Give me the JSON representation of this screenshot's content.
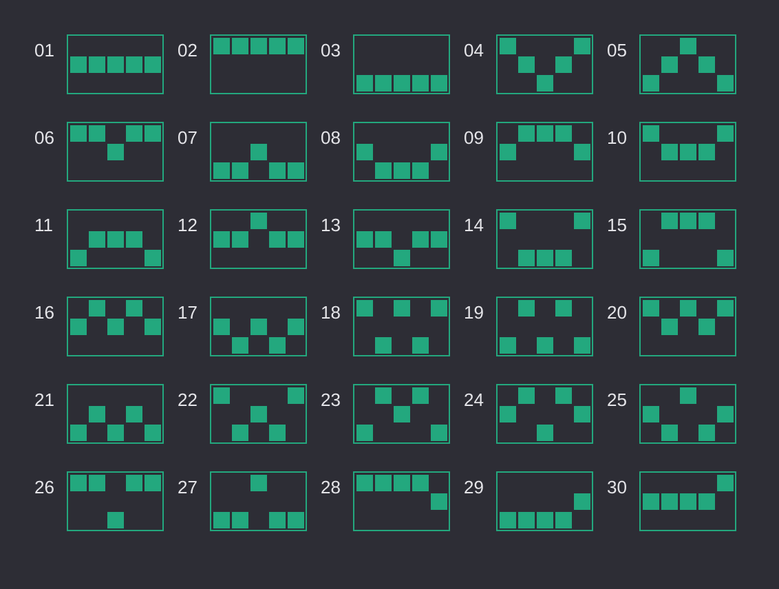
{
  "colors": {
    "background": "#2d2d35",
    "accent": "#23a87e",
    "label": "#e4e4e8"
  },
  "patterns": [
    {
      "label": "01",
      "squares": [
        [
          0,
          1
        ],
        [
          1,
          1
        ],
        [
          2,
          1
        ],
        [
          3,
          1
        ],
        [
          4,
          1
        ]
      ]
    },
    {
      "label": "02",
      "squares": [
        [
          0,
          0
        ],
        [
          1,
          0
        ],
        [
          2,
          0
        ],
        [
          3,
          0
        ],
        [
          4,
          0
        ]
      ]
    },
    {
      "label": "03",
      "squares": [
        [
          0,
          2
        ],
        [
          1,
          2
        ],
        [
          2,
          2
        ],
        [
          3,
          2
        ],
        [
          4,
          2
        ]
      ]
    },
    {
      "label": "04",
      "squares": [
        [
          0,
          0
        ],
        [
          1,
          1
        ],
        [
          2,
          2
        ],
        [
          3,
          1
        ],
        [
          4,
          0
        ]
      ]
    },
    {
      "label": "05",
      "squares": [
        [
          0,
          2
        ],
        [
          1,
          1
        ],
        [
          2,
          0
        ],
        [
          3,
          1
        ],
        [
          4,
          2
        ]
      ]
    },
    {
      "label": "06",
      "squares": [
        [
          0,
          0
        ],
        [
          1,
          0
        ],
        [
          2,
          1
        ],
        [
          3,
          0
        ],
        [
          4,
          0
        ]
      ]
    },
    {
      "label": "07",
      "squares": [
        [
          0,
          2
        ],
        [
          1,
          2
        ],
        [
          2,
          1
        ],
        [
          3,
          2
        ],
        [
          4,
          2
        ]
      ]
    },
    {
      "label": "08",
      "squares": [
        [
          0,
          1
        ],
        [
          1,
          2
        ],
        [
          2,
          2
        ],
        [
          3,
          2
        ],
        [
          4,
          1
        ]
      ]
    },
    {
      "label": "09",
      "squares": [
        [
          0,
          1
        ],
        [
          1,
          0
        ],
        [
          2,
          0
        ],
        [
          3,
          0
        ],
        [
          4,
          1
        ]
      ]
    },
    {
      "label": "10",
      "squares": [
        [
          0,
          0
        ],
        [
          1,
          1
        ],
        [
          2,
          1
        ],
        [
          3,
          1
        ],
        [
          4,
          0
        ]
      ]
    },
    {
      "label": "11",
      "squares": [
        [
          0,
          2
        ],
        [
          1,
          1
        ],
        [
          2,
          1
        ],
        [
          3,
          1
        ],
        [
          4,
          2
        ]
      ]
    },
    {
      "label": "12",
      "squares": [
        [
          0,
          1
        ],
        [
          1,
          1
        ],
        [
          2,
          0
        ],
        [
          3,
          1
        ],
        [
          4,
          1
        ]
      ]
    },
    {
      "label": "13",
      "squares": [
        [
          0,
          1
        ],
        [
          1,
          1
        ],
        [
          2,
          2
        ],
        [
          3,
          1
        ],
        [
          4,
          1
        ]
      ]
    },
    {
      "label": "14",
      "squares": [
        [
          0,
          0
        ],
        [
          1,
          2
        ],
        [
          2,
          2
        ],
        [
          3,
          2
        ],
        [
          4,
          0
        ]
      ]
    },
    {
      "label": "15",
      "squares": [
        [
          0,
          2
        ],
        [
          1,
          0
        ],
        [
          2,
          0
        ],
        [
          3,
          0
        ],
        [
          4,
          2
        ]
      ]
    },
    {
      "label": "16",
      "squares": [
        [
          0,
          1
        ],
        [
          1,
          0
        ],
        [
          2,
          1
        ],
        [
          3,
          0
        ],
        [
          4,
          1
        ]
      ]
    },
    {
      "label": "17",
      "squares": [
        [
          0,
          1
        ],
        [
          1,
          2
        ],
        [
          2,
          1
        ],
        [
          3,
          2
        ],
        [
          4,
          1
        ]
      ]
    },
    {
      "label": "18",
      "squares": [
        [
          0,
          0
        ],
        [
          1,
          2
        ],
        [
          2,
          0
        ],
        [
          3,
          2
        ],
        [
          4,
          0
        ]
      ]
    },
    {
      "label": "19",
      "squares": [
        [
          0,
          2
        ],
        [
          1,
          0
        ],
        [
          2,
          2
        ],
        [
          3,
          0
        ],
        [
          4,
          2
        ]
      ]
    },
    {
      "label": "20",
      "squares": [
        [
          0,
          0
        ],
        [
          1,
          1
        ],
        [
          2,
          0
        ],
        [
          3,
          1
        ],
        [
          4,
          0
        ]
      ]
    },
    {
      "label": "21",
      "squares": [
        [
          0,
          2
        ],
        [
          1,
          1
        ],
        [
          2,
          2
        ],
        [
          3,
          1
        ],
        [
          4,
          2
        ]
      ]
    },
    {
      "label": "22",
      "squares": [
        [
          0,
          0
        ],
        [
          1,
          2
        ],
        [
          2,
          1
        ],
        [
          3,
          2
        ],
        [
          4,
          0
        ]
      ]
    },
    {
      "label": "23",
      "squares": [
        [
          0,
          2
        ],
        [
          1,
          0
        ],
        [
          2,
          1
        ],
        [
          3,
          0
        ],
        [
          4,
          2
        ]
      ]
    },
    {
      "label": "24",
      "squares": [
        [
          0,
          1
        ],
        [
          1,
          0
        ],
        [
          2,
          2
        ],
        [
          3,
          0
        ],
        [
          4,
          1
        ]
      ]
    },
    {
      "label": "25",
      "squares": [
        [
          0,
          1
        ],
        [
          1,
          2
        ],
        [
          2,
          0
        ],
        [
          3,
          2
        ],
        [
          4,
          1
        ]
      ]
    },
    {
      "label": "26",
      "squares": [
        [
          0,
          0
        ],
        [
          1,
          0
        ],
        [
          2,
          2
        ],
        [
          3,
          0
        ],
        [
          4,
          0
        ]
      ]
    },
    {
      "label": "27",
      "squares": [
        [
          0,
          2
        ],
        [
          1,
          2
        ],
        [
          2,
          0
        ],
        [
          3,
          2
        ],
        [
          4,
          2
        ]
      ]
    },
    {
      "label": "28",
      "squares": [
        [
          0,
          0
        ],
        [
          1,
          0
        ],
        [
          2,
          0
        ],
        [
          3,
          0
        ],
        [
          4,
          1
        ]
      ]
    },
    {
      "label": "29",
      "squares": [
        [
          0,
          2
        ],
        [
          1,
          2
        ],
        [
          2,
          2
        ],
        [
          3,
          2
        ],
        [
          4,
          1
        ]
      ]
    },
    {
      "label": "30",
      "squares": [
        [
          0,
          1
        ],
        [
          1,
          1
        ],
        [
          2,
          1
        ],
        [
          3,
          1
        ],
        [
          4,
          0
        ]
      ]
    }
  ]
}
